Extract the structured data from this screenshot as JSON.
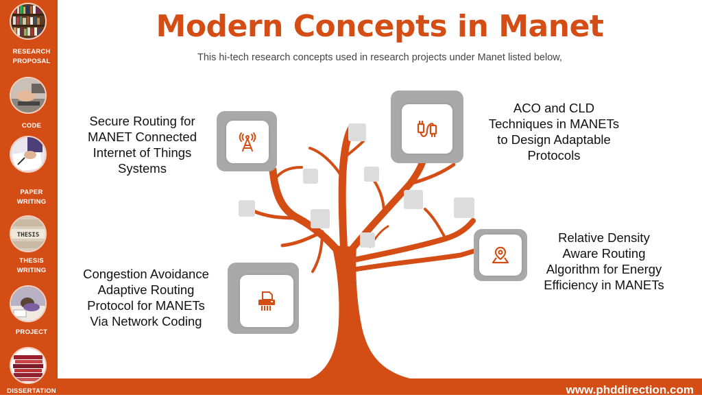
{
  "header": {
    "title": "Modern Concepts in Manet",
    "subtitle": "This hi-tech research concepts used in research projects under Manet listed below,"
  },
  "sidebar": {
    "items": [
      {
        "label_line1": "RESEARCH",
        "label_line2": "PROPOSAL",
        "icon": "bookshelf-photo"
      },
      {
        "label_line1": "CODE",
        "label_line2": "",
        "icon": "hand-typing-photo"
      },
      {
        "label_line1": "PAPER",
        "label_line2": "WRITING",
        "icon": "writing-hand-photo"
      },
      {
        "label_line1": "THESIS",
        "label_line2": "WRITING",
        "icon": "thesis-blocks-photo"
      },
      {
        "label_line1": "PROJECT",
        "label_line2": "",
        "icon": "sleeping-student-photo"
      },
      {
        "label_line1": "DISSERTATION",
        "label_line2": "",
        "icon": "book-stack-photo"
      }
    ]
  },
  "concepts": [
    {
      "line1": "Secure Routing for",
      "line2": "MANET Connected",
      "line3": "Internet of Things",
      "line4": "Systems",
      "icon": "signal-tower-icon"
    },
    {
      "line1": "ACO and CLD",
      "line2": "Techniques in MANETs",
      "line3": "to Design Adaptable",
      "line4": "Protocols",
      "icon": "usb-cable-icon"
    },
    {
      "line1": "Relative Density",
      "line2": "Aware Routing",
      "line3": "Algorithm for Energy",
      "line4": "Efficiency in MANETs",
      "icon": "map-pin-icon"
    },
    {
      "line1": "Congestion Avoidance",
      "line2": "Adaptive Routing",
      "line3": "Protocol for MANETs",
      "line4": "Via Network Coding",
      "icon": "shredder-icon"
    }
  ],
  "footer": {
    "url": "www.phddirection.com"
  },
  "colors": {
    "accent": "#d44d14",
    "card_frame": "#a9a9a9",
    "leaf": "#dcdcdc"
  }
}
